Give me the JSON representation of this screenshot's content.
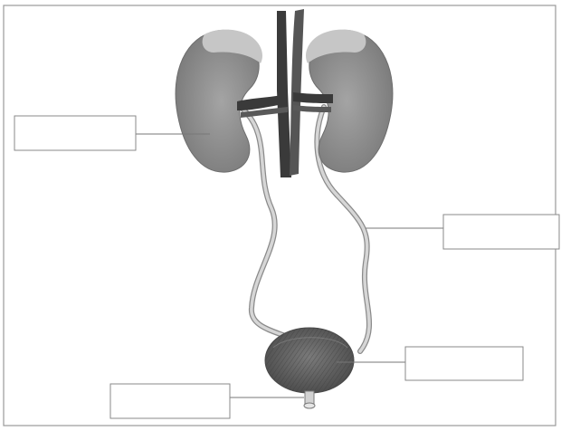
{
  "diagram": {
    "labels": [
      {
        "id": "kidney",
        "text": ""
      },
      {
        "id": "ureter",
        "text": ""
      },
      {
        "id": "bladder",
        "text": ""
      },
      {
        "id": "urethra",
        "text": ""
      }
    ]
  },
  "colors": {
    "kidney": "#8f8f8f",
    "kidney_cap": "#c4c4c4",
    "vessels": "#3c3c3c",
    "ureter": "#c8c8c8",
    "bladder": "#5e5e5e",
    "label_border": "#8a8a8a",
    "frame": "#9a9a9a"
  }
}
